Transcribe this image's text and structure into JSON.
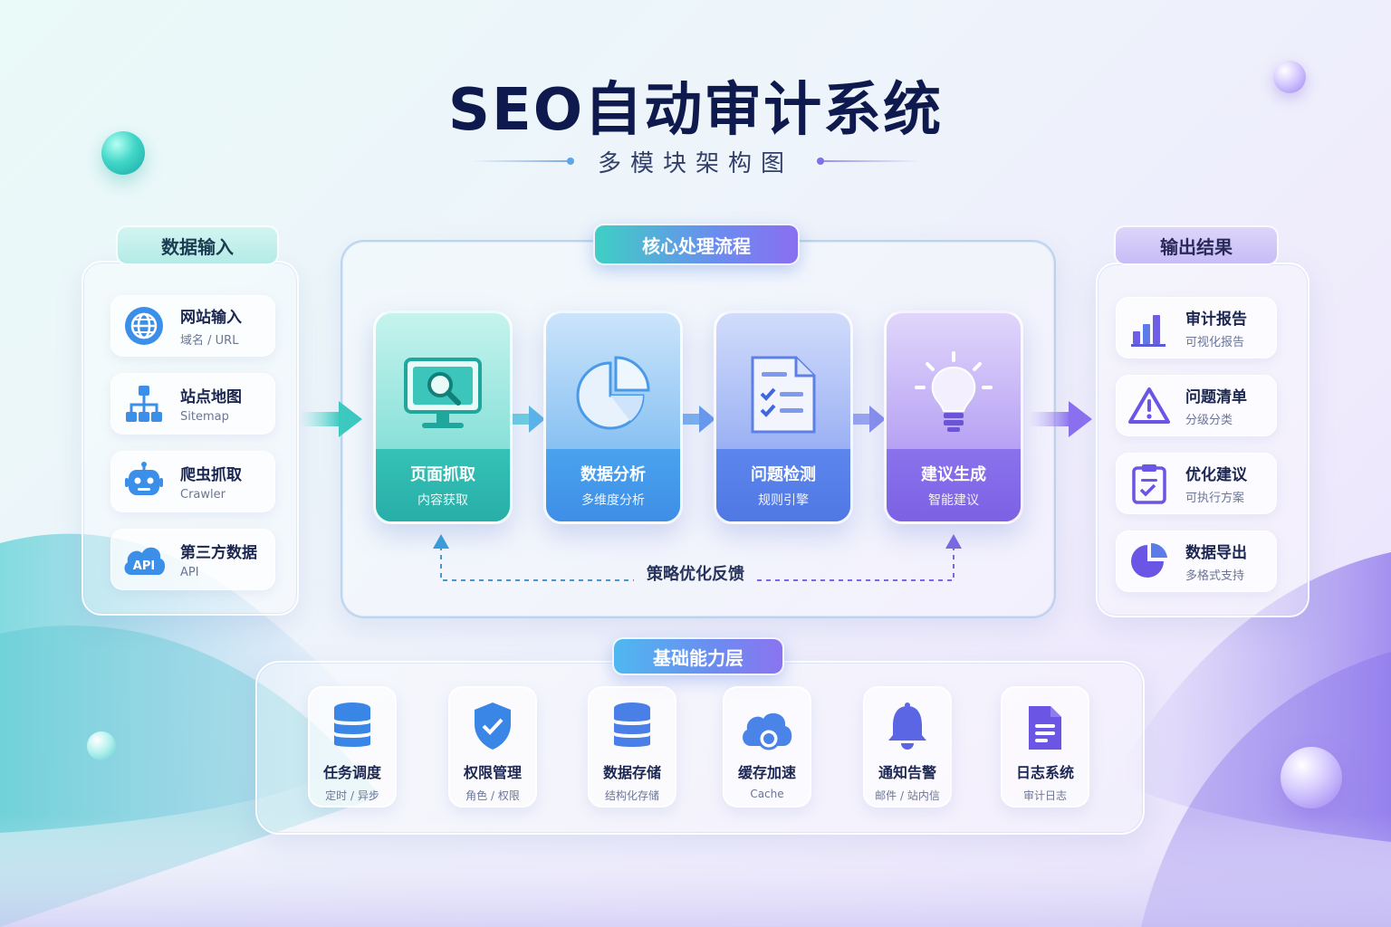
{
  "header": {
    "title": "SEO自动审计系统",
    "subtitle": "多模块架构图"
  },
  "input_panel": {
    "tag": "数据输入",
    "items": [
      {
        "title": "网站输入",
        "sub": "域名 / URL",
        "icon": "globe-icon"
      },
      {
        "title": "站点地图",
        "sub": "Sitemap",
        "icon": "sitemap-icon"
      },
      {
        "title": "爬虫抓取",
        "sub": "Crawler",
        "icon": "robot-icon"
      },
      {
        "title": "第三方数据",
        "sub": "API",
        "icon": "api-cloud-icon",
        "icon_text": "API"
      }
    ]
  },
  "core_panel": {
    "tag": "核心处理流程",
    "steps": [
      {
        "title": "页面抓取",
        "sub": "内容获取",
        "icon": "monitor-search-icon"
      },
      {
        "title": "数据分析",
        "sub": "多维度分析",
        "icon": "pie-chart-icon"
      },
      {
        "title": "问题检测",
        "sub": "规则引擎",
        "icon": "checklist-document-icon"
      },
      {
        "title": "建议生成",
        "sub": "智能建议",
        "icon": "lightbulb-icon"
      }
    ],
    "feedback_label": "策略优化反馈"
  },
  "output_panel": {
    "tag": "输出结果",
    "items": [
      {
        "title": "审计报告",
        "sub": "可视化报告",
        "icon": "bar-chart-icon"
      },
      {
        "title": "问题清单",
        "sub": "分级分类",
        "icon": "warning-icon"
      },
      {
        "title": "优化建议",
        "sub": "可执行方案",
        "icon": "clipboard-check-icon"
      },
      {
        "title": "数据导出",
        "sub": "多格式支持",
        "icon": "pie-export-icon"
      }
    ]
  },
  "base_panel": {
    "tag": "基础能力层",
    "items": [
      {
        "title": "任务调度",
        "sub": "定时 / 异步",
        "icon": "database-icon"
      },
      {
        "title": "权限管理",
        "sub": "角色 / 权限",
        "icon": "shield-check-icon"
      },
      {
        "title": "数据存储",
        "sub": "结构化存储",
        "icon": "database-stack-icon"
      },
      {
        "title": "缓存加速",
        "sub": "Cache",
        "icon": "cloud-icon"
      },
      {
        "title": "通知告警",
        "sub": "邮件 / 站内信",
        "icon": "bell-icon"
      },
      {
        "title": "日志系统",
        "sub": "审计日志",
        "icon": "document-icon"
      }
    ]
  },
  "colors": {
    "teal": "#35c2b6",
    "blue": "#4aa3ee",
    "indigo": "#5c86ec",
    "violet": "#8a72ec",
    "title": "#0e1a4e"
  }
}
